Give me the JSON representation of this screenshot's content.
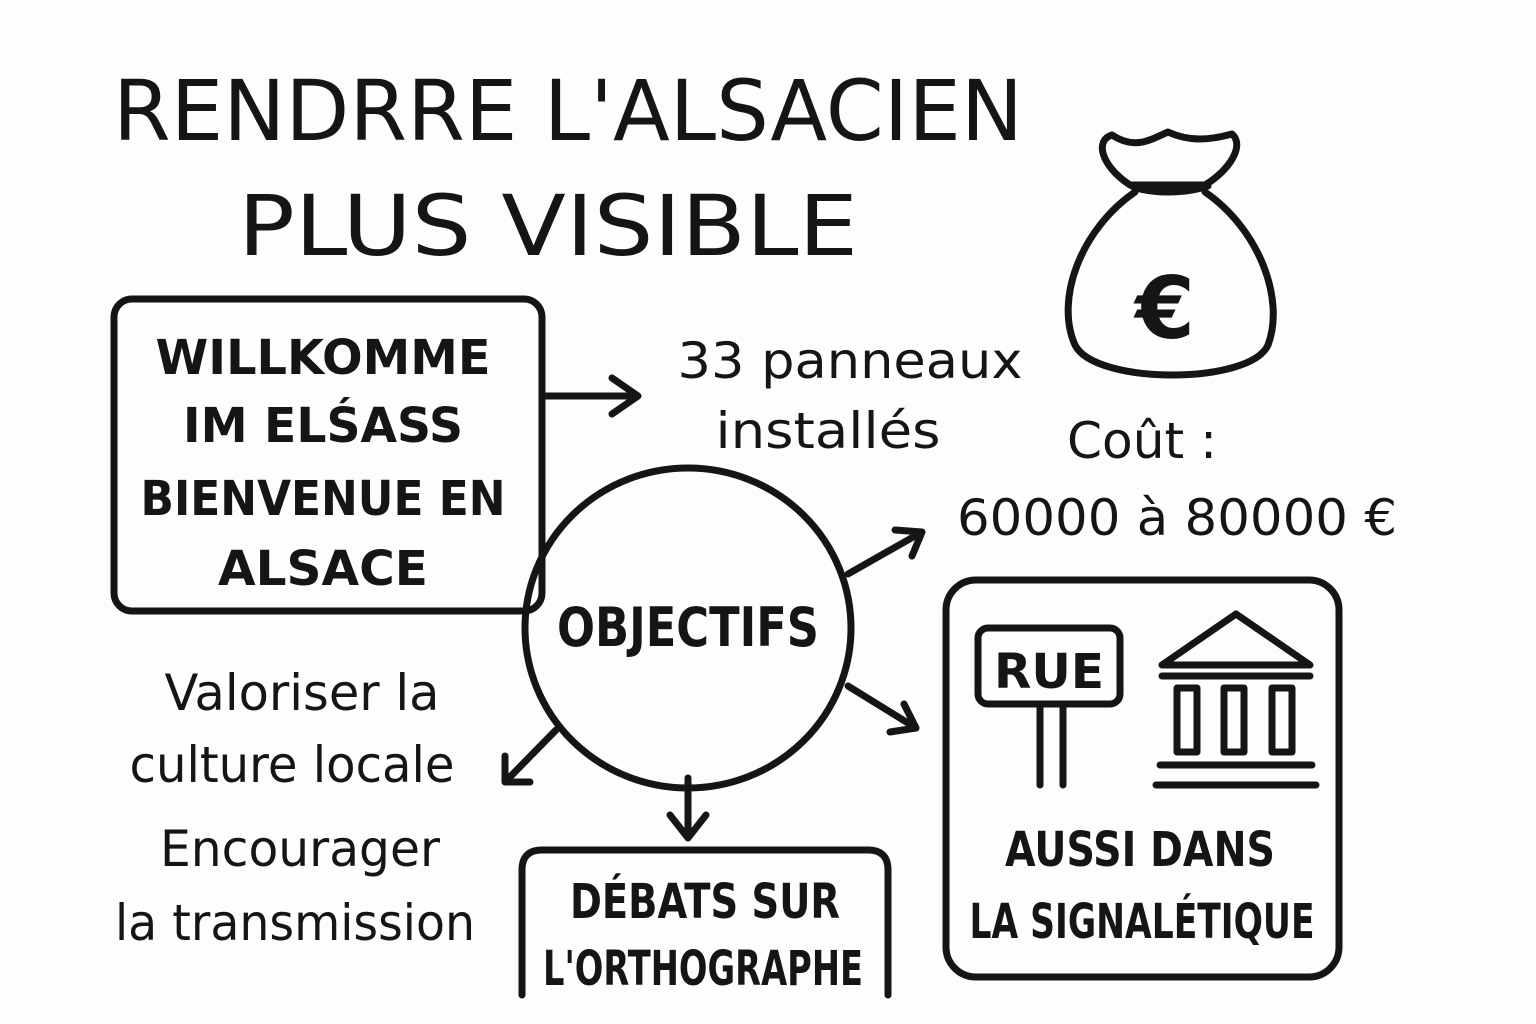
{
  "title": {
    "line1": "RENDRRE L'ALSACIEN",
    "line2": "PLUS VISIBLE"
  },
  "sign_box": {
    "lines": [
      "WILLKOMME",
      "IM ELŚASS",
      "BIENVENUE EN",
      "ALSACE"
    ]
  },
  "panels": {
    "line1": "33 panneaux",
    "line2": "installés"
  },
  "cost": {
    "label": "Coût :",
    "value": "60000 à 80000 €",
    "icon": "money-bag-euro-icon",
    "symbol": "€"
  },
  "center": {
    "label": "OBJECTIFS"
  },
  "goals": {
    "lines": [
      "Valoriser la",
      "culture locale",
      "Encourager",
      "la transmission"
    ]
  },
  "debate": {
    "line1": "DÉBATS SUR",
    "line2": "L'ORTHOGRAPHE"
  },
  "signage": {
    "street_sign": "RUE",
    "icon": "building-icon",
    "line1": "AUSSI DANS",
    "line2": "LA SIGNALÉTIQUE"
  },
  "colors": {
    "ink": "#151515",
    "paper": "#fdfdfc"
  }
}
